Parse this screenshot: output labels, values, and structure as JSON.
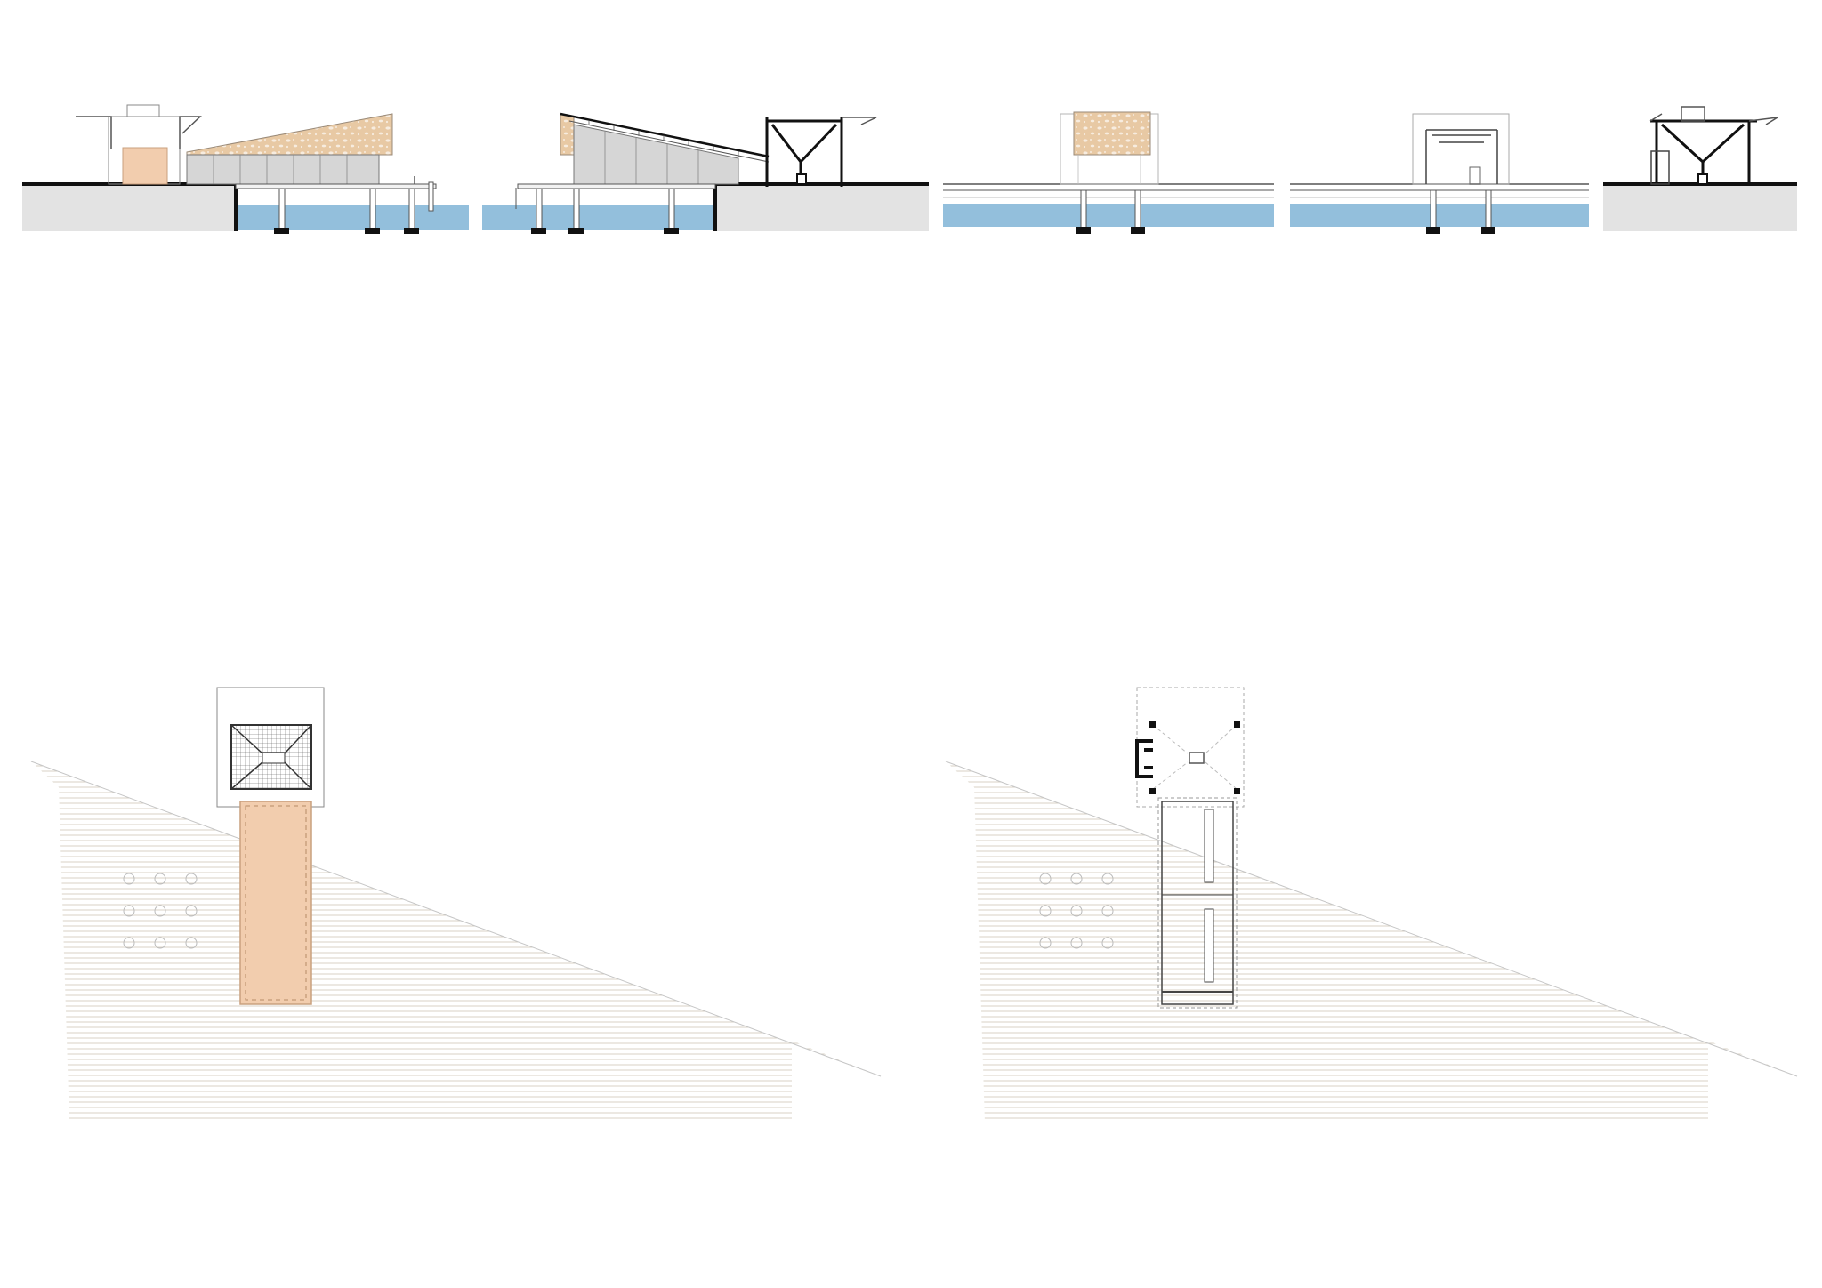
{
  "drawing_sheet": {
    "views": [
      {
        "id": "section-long-a",
        "kind": "longitudinal-section"
      },
      {
        "id": "section-long-b",
        "kind": "longitudinal-section"
      },
      {
        "id": "elevation-cross-a",
        "kind": "cross-elevation"
      },
      {
        "id": "elevation-cross-b",
        "kind": "cross-elevation"
      },
      {
        "id": "section-cross-c",
        "kind": "cross-section"
      },
      {
        "id": "roof-plan",
        "kind": "roof-plan"
      },
      {
        "id": "floor-plan",
        "kind": "floor-plan"
      }
    ],
    "colors": {
      "water": "#93bfdc",
      "ground": "#e3e3e3",
      "timber": "#f2cdae",
      "timber_edge": "#c9a07e",
      "cork_fill": "#e8c9a4",
      "cork_dots": "#f7ecdf",
      "line": "#111111",
      "thin_line": "#8a8a8a",
      "deck_hatch": "#d8d2c6",
      "glazing": "#d6d6d6"
    }
  }
}
